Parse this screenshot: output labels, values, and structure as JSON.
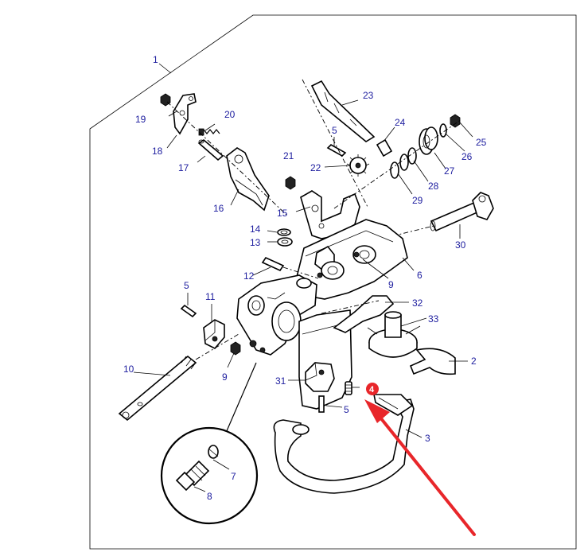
{
  "colors": {
    "label_text": "#2020a0",
    "line": "#000000",
    "arrow": "#e8262a",
    "badge_fill": "#e8262a",
    "badge_text": "#ffffff"
  },
  "labels": {
    "l1": "1",
    "l2": "2",
    "l3": "3",
    "l4": "4",
    "l5a": "5",
    "l5b": "5",
    "l5c": "5",
    "l6": "6",
    "l7": "7",
    "l8": "8",
    "l9a": "9",
    "l9b": "9",
    "l10": "10",
    "l11": "11",
    "l12": "12",
    "l13": "13",
    "l14": "14",
    "l15": "15",
    "l16": "16",
    "l17": "17",
    "l18": "18",
    "l19": "19",
    "l20": "20",
    "l21": "21",
    "l22": "22",
    "l23": "23",
    "l24": "24",
    "l25": "25",
    "l26": "26",
    "l27": "27",
    "l28": "28",
    "l29": "29",
    "l30": "30",
    "l31": "31",
    "l32": "32",
    "l33": "33"
  },
  "highlight": {
    "badge_number": "4",
    "icon": "red-pointer-arrow-icon"
  }
}
